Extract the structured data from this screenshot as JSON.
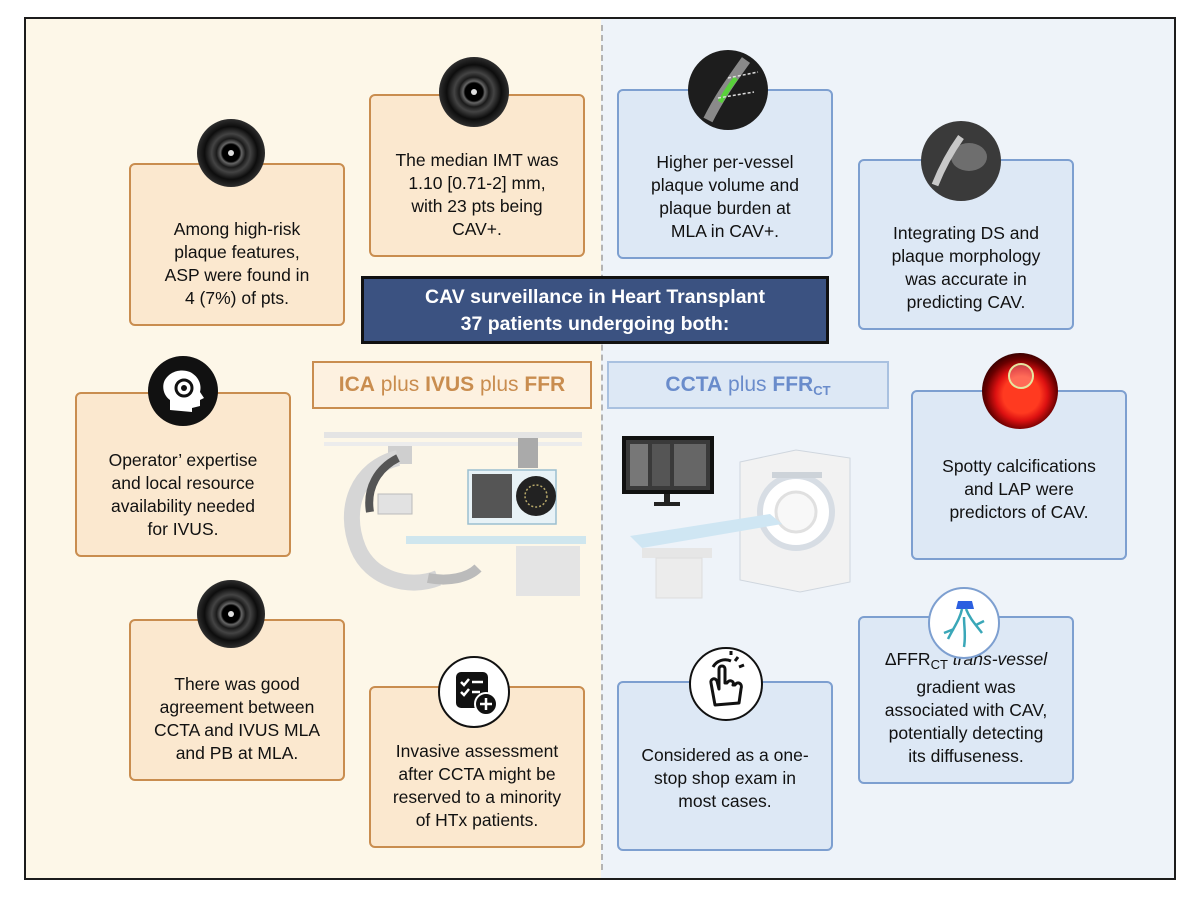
{
  "title": {
    "line1": "CAV surveillance in Heart Transplant",
    "line2": "37 patients undergoing both:"
  },
  "labels": {
    "ica": [
      "ICA",
      " plus ",
      "IVUS",
      " plus ",
      "FFR"
    ],
    "ccta": [
      "CCTA",
      " plus ",
      "FFR",
      "CT"
    ]
  },
  "left_cards": [
    {
      "lines": [
        "Among high-risk",
        "plaque features,",
        "ASP  were found in",
        "4 (7%) of pts."
      ]
    },
    {
      "lines": [
        "The median IMT was",
        "1.10 [0.71-2] mm,",
        "with 23 pts being",
        "CAV+."
      ]
    },
    {
      "lines": [
        "Operator’ expertise",
        "and local resource",
        "availability needed",
        "for IVUS."
      ]
    },
    {
      "lines": [
        "There was good",
        "agreement between",
        "CCTA and IVUS MLA",
        "and PB at  MLA."
      ]
    },
    {
      "lines": [
        "Invasive assessment",
        "after CCTA might be",
        "reserved to a minority",
        "of HTx patients."
      ]
    }
  ],
  "right_cards": [
    {
      "lines": [
        "Higher per-vessel",
        "plaque volume and",
        "plaque burden at",
        "MLA in CAV+."
      ]
    },
    {
      "lines": [
        "Integrating DS and",
        "plaque morphology",
        "was accurate in",
        "predicting CAV."
      ]
    },
    {
      "lines": [
        "Spotty calcifications",
        "and LAP were",
        "predictors of CAV."
      ]
    },
    {
      "lines": [
        "Considered as a one-",
        "stop shop exam in",
        "most cases."
      ]
    },
    {
      "lines": [
        "ΔFFR",
        "CT",
        " trans-vessel",
        "gradient was",
        "associated with CAV,",
        "potentially detecting",
        "its diffuseness."
      ]
    }
  ],
  "colors": {
    "left_background": "#fdf7e8",
    "right_background": "#eef3f9",
    "orange_accent": "#c98d4f",
    "blue_accent": "#7d9fd0",
    "title_fill": "#3b5281"
  },
  "icons": [
    "ivus-image-icon",
    "ivus-image-icon",
    "ct-vessel-image-icon",
    "ct-plaque-image-icon",
    "operator-expertise-icon",
    "ffrct-heatmap-icon",
    "ivus-image-icon",
    "checklist-add-icon",
    "touch-gesture-icon",
    "coronary-tree-icon",
    "cath-lab-illustration",
    "ct-scanner-illustration"
  ]
}
